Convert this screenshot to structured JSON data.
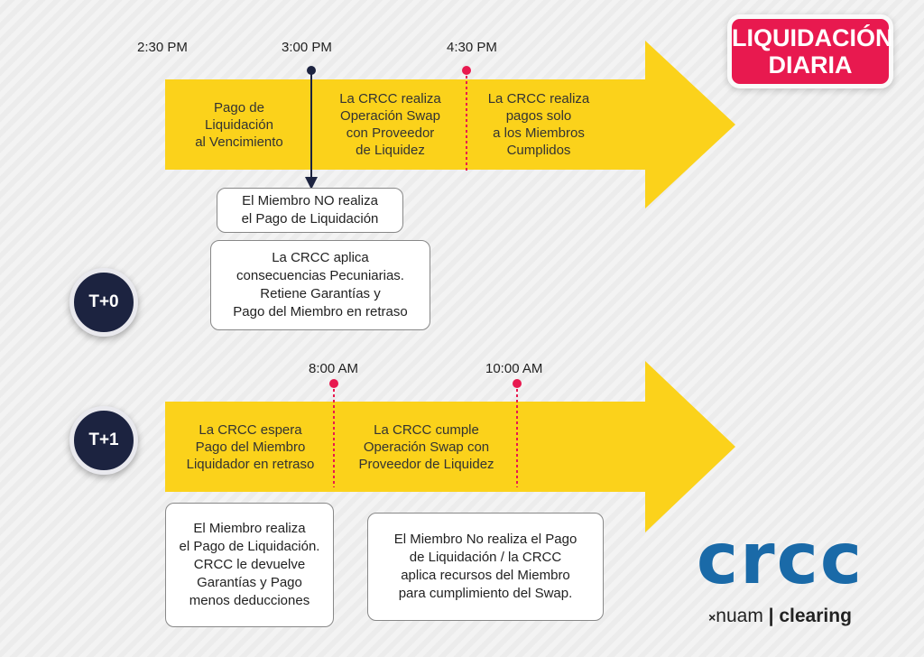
{
  "title": {
    "line1": "LIQUIDACIÓN",
    "line2": "DIARIA"
  },
  "colors": {
    "arrow": "#fbd21b",
    "badge": "#e8194f",
    "navy": "#1c2340",
    "logo": "#1a6aa8",
    "marker": "#e8194f"
  },
  "t0": {
    "label": "T+0",
    "times": [
      "2:30 PM",
      "3:00 PM",
      "4:30 PM"
    ],
    "segments": [
      [
        "Pago de",
        "Liquidación",
        "al Vencimiento"
      ],
      [
        "La CRCC realiza",
        "Operación Swap",
        "con Proveedor",
        "de Liquidez"
      ],
      [
        "La CRCC realiza",
        "pagos solo",
        "a los Miembros",
        "Cumplidos"
      ]
    ],
    "box1": [
      "El Miembro NO realiza",
      "el Pago de Liquidación"
    ],
    "box2": [
      "La CRCC aplica",
      "consecuencias Pecuniarias.",
      "Retiene Garantías y",
      "Pago del Miembro en retraso"
    ]
  },
  "t1": {
    "label": "T+1",
    "times": [
      "8:00 AM",
      "10:00 AM"
    ],
    "segments": [
      [
        "La CRCC espera",
        "Pago del Miembro",
        "Liquidador en retraso"
      ],
      [
        "La CRCC cumple",
        "Operación Swap con",
        "Proveedor de Liquidez"
      ]
    ],
    "box1": [
      "El Miembro realiza",
      "el Pago de Liquidación.",
      "CRCC le devuelve",
      "Garantías y Pago",
      "menos deducciones"
    ],
    "box2": [
      "El Miembro No realiza el Pago",
      "de Liquidación / la CRCC",
      "aplica recursos del Miembro",
      "para cumplimiento del Swap."
    ]
  },
  "logo": {
    "name": "CRCC",
    "sub_x": "×",
    "sub_nuam": "nuam",
    "sub_clearing": "clearing"
  }
}
